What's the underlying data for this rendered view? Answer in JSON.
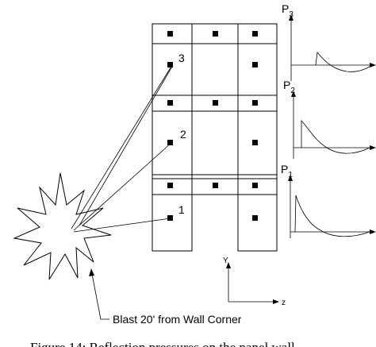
{
  "points": [
    {
      "label": "1"
    },
    {
      "label": "2"
    },
    {
      "label": "3"
    }
  ],
  "pressure_labels": [
    {
      "main": "P",
      "sub": "1"
    },
    {
      "main": "P",
      "sub": "2"
    },
    {
      "main": "P",
      "sub": "3"
    }
  ],
  "axes": {
    "y_label": "Y",
    "z_label": "z"
  },
  "blast_label": "Blast 20' from Wall Corner",
  "caption": "Figure 14: Reflection pressures on the panel wall"
}
